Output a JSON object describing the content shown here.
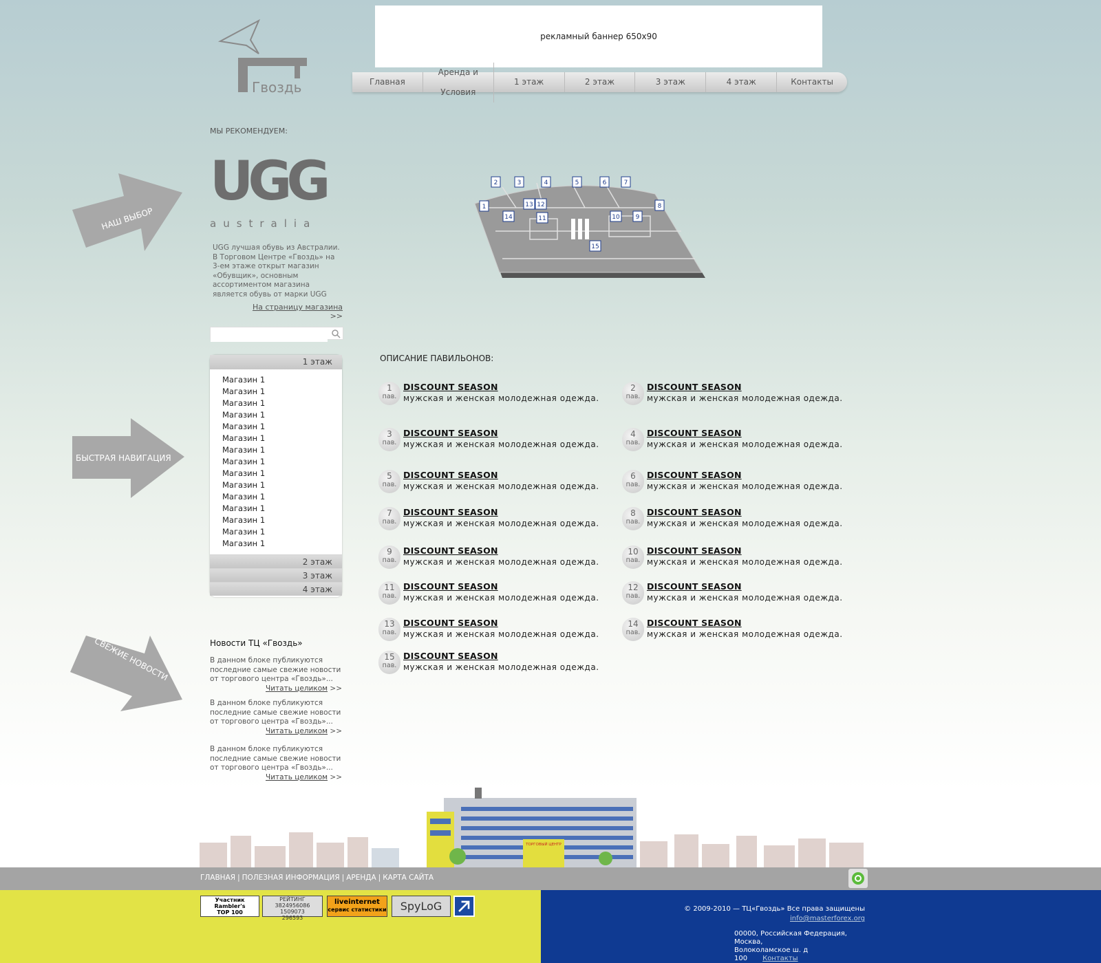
{
  "banner": {
    "text": "рекламный баннер 650х90"
  },
  "logo": {
    "text": "Гвоздь"
  },
  "nav": [
    "Главная",
    "Аренда и Условия",
    "1 этаж",
    "2 этаж",
    "3 этаж",
    "4 этаж",
    "Контакты"
  ],
  "recommend": {
    "title": "МЫ РЕКОМЕНДУЕМ:",
    "brand": "UGG",
    "brand_sub": "australia",
    "text": "UGG лучшая обувь из Австралии. В Торговом Центре «Гвоздь» на 3-ем этаже открыт магазин «Обувщик», основным ассортиментом магазина является обувь от марки UGG",
    "link": "На страницу магазина",
    "link_suffix": ">>"
  },
  "search": {
    "placeholder": ""
  },
  "floors": {
    "active": "1 этаж",
    "shops": [
      "Магазин 1",
      "Магазин 1",
      "Магазин 1",
      "Магазин 1",
      "Магазин 1",
      "Магазин 1",
      "Магазин 1",
      "Магазин 1",
      "Магазин 1",
      "Магазин 1",
      "Магазин 1",
      "Магазин 1",
      "Магазин 1",
      "Магазин 1",
      "Магазин 1"
    ],
    "others": [
      "2 этаж",
      "3 этаж",
      "4 этаж"
    ]
  },
  "arrows": [
    "НАШ ВЫБОР",
    "БЫСТРАЯ НАВИГАЦИЯ",
    "СВЕЖИЕ НОВОСТИ"
  ],
  "news": {
    "title": "Новости ТЦ «Гвоздь»",
    "items": [
      {
        "text": "В данном блоке публикуются последние самые свежие новости от торгового центра «Гвоздь»...",
        "more": "Читать целиком",
        "more_suffix": ">>"
      },
      {
        "text": "В данном блоке публикуются последние самые свежие новости от торгового центра «Гвоздь»...",
        "more": "Читать целиком",
        "more_suffix": ">>"
      },
      {
        "text": "В данном блоке публикуются последние самые свежие новости от торгового центра «Гвоздь»...",
        "more": "Читать целиком",
        "more_suffix": ">>"
      }
    ]
  },
  "map": {
    "labels": [
      "1",
      "2",
      "3",
      "4",
      "5",
      "6",
      "7",
      "8",
      "9",
      "10",
      "11",
      "12",
      "13",
      "14",
      "15"
    ]
  },
  "pavilions": {
    "title": "ОПИСАНИЕ ПАВИЛЬОНОВ:",
    "suffix": "пав.",
    "items": [
      {
        "num": "1",
        "name": "DISCOUNT SEASON",
        "desc": "мужская и женская молодежная одежда."
      },
      {
        "num": "2",
        "name": "DISCOUNT SEASON",
        "desc": "мужская и женская молодежная одежда."
      },
      {
        "num": "3",
        "name": "DISCOUNT SEASON",
        "desc": "мужская и женская молодежная одежда."
      },
      {
        "num": "4",
        "name": "DISCOUNT SEASON",
        "desc": "мужская и женская молодежная одежда."
      },
      {
        "num": "5",
        "name": "DISCOUNT SEASON",
        "desc": "мужская и женская молодежная одежда."
      },
      {
        "num": "6",
        "name": "DISCOUNT SEASON",
        "desc": "мужская и женская молодежная одежда."
      },
      {
        "num": "7",
        "name": "DISCOUNT SEASON",
        "desc": "мужская и женская молодежная одежда."
      },
      {
        "num": "8",
        "name": "DISCOUNT SEASON",
        "desc": "мужская и женская молодежная одежда."
      },
      {
        "num": "9",
        "name": "DISCOUNT SEASON",
        "desc": "мужская и женская молодежная одежда."
      },
      {
        "num": "10",
        "name": "DISCOUNT SEASON",
        "desc": "мужская и женская молодежная одежда."
      },
      {
        "num": "11",
        "name": "DISCOUNT SEASON",
        "desc": "мужская и женская молодежная одежда."
      },
      {
        "num": "12",
        "name": "DISCOUNT SEASON",
        "desc": "мужская и женская молодежная одежда."
      },
      {
        "num": "13",
        "name": "DISCOUNT SEASON",
        "desc": "мужская и женская молодежная одежда."
      },
      {
        "num": "14",
        "name": "DISCOUNT SEASON",
        "desc": "мужская и женская молодежная одежда."
      },
      {
        "num": "15",
        "name": "DISCOUNT SEASON",
        "desc": "мужская и женская молодежная одежда."
      }
    ]
  },
  "building": {
    "sign": "ТОРГОВЫЙ ЦЕНТР"
  },
  "footer": {
    "links": [
      "ГЛАВНАЯ",
      "ПОЛЕЗНАЯ ИНФОРМАЦИЯ",
      "АРЕНДА",
      "КАРТА САЙТА"
    ],
    "separator": "|",
    "copyright": "© 2009-2010 — ТЦ«Гвоздь» Все права защищены",
    "email": "info@masterforex.org",
    "address_line1": "00000, Российская Федерация, Москва,",
    "address_line2": "Волоколамское ш. д 100",
    "contacts": "Контакты",
    "counters": {
      "rambler": [
        "Участник",
        "Rambler's",
        "TOP 100"
      ],
      "mail": [
        "РЕЙТИНГ 3824956086",
        "1509073",
        "296593"
      ],
      "liveinternet": [
        "liveinternet",
        "сервис статистики"
      ],
      "spylog": "SpyLoG"
    }
  },
  "colors": {
    "footer_yellow": "#e2e346",
    "footer_blue": "#0f3a92",
    "footer_gray": "#a4a4a4"
  }
}
